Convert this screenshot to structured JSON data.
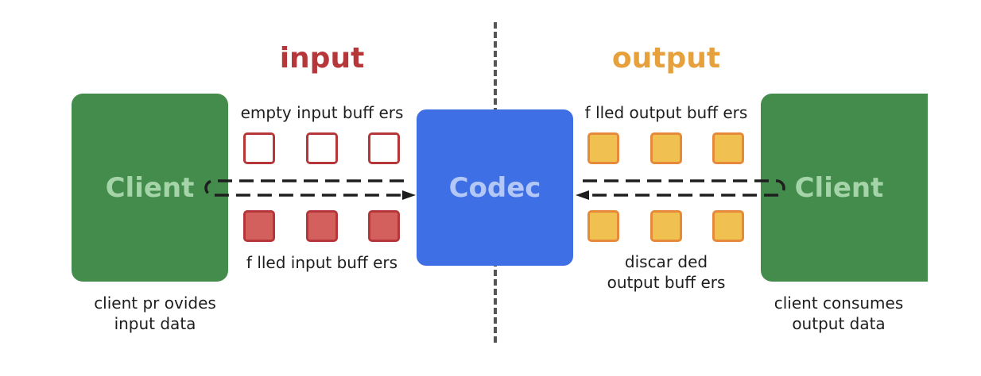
{
  "headings": {
    "input": "input",
    "output": "output"
  },
  "client_left": {
    "label": "Client",
    "caption_line1": "client pr ovides",
    "caption_line2": "input data"
  },
  "codec": {
    "label": "Codec"
  },
  "client_right": {
    "label": "Client",
    "caption_line1": "client consumes",
    "caption_line2": "output data"
  },
  "buffers": {
    "empty_input": "empty input buff ers",
    "filled_input": "f lled input buff ers",
    "filled_output": "f lled output buff ers",
    "discarded_output_line1": "discar ded",
    "discarded_output_line2": "output buff ers"
  },
  "colors": {
    "input_heading": "#b5373a",
    "output_heading": "#e6a03c",
    "client": "#438c4c",
    "client_text": "#a5d4a8",
    "codec": "#3f6fe4",
    "codec_text": "#b4c8f7",
    "input_buffer_border": "#b5373a",
    "input_buffer_fill": "#d4605e",
    "output_buffer_border": "#e6893a",
    "output_buffer_fill": "#f0c050",
    "arrow": "#1e1e1e"
  }
}
